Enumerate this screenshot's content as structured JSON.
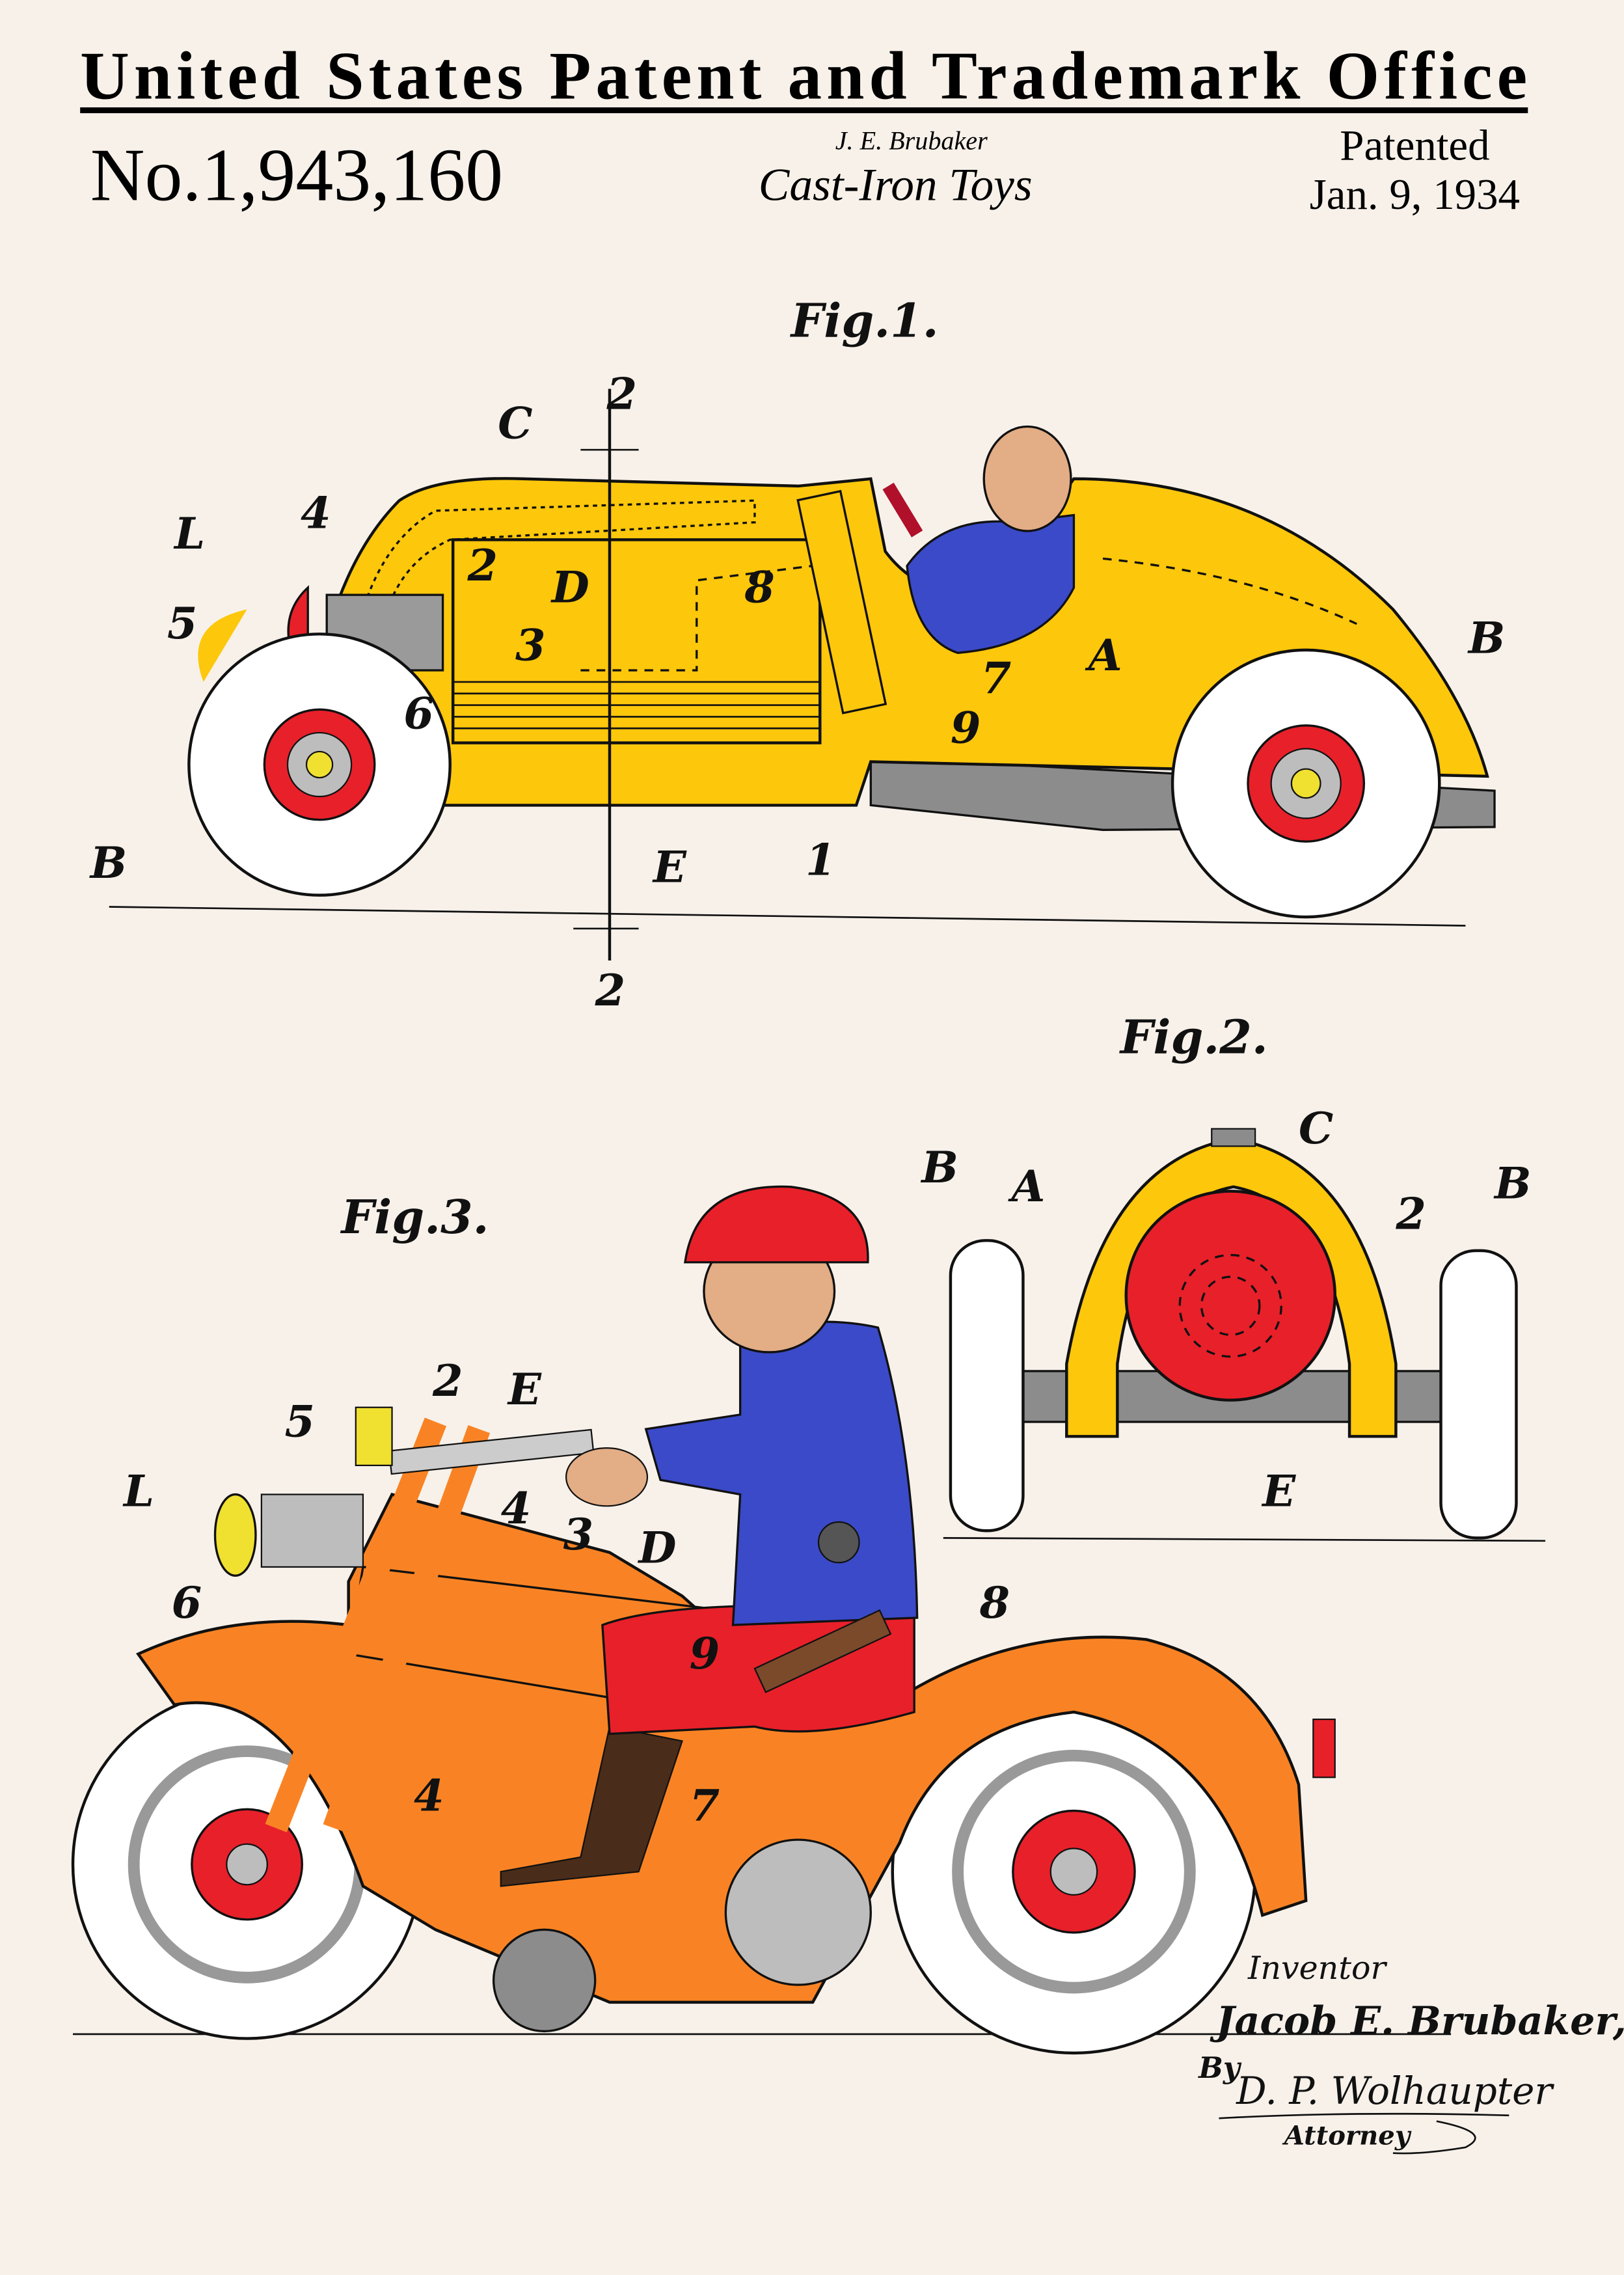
{
  "header": {
    "office_title": "United States Patent and Trademark Office",
    "patent_number": "No.1,943,160",
    "inventor_short": "J. E. Brubaker",
    "invention_title": "Cast-Iron Toys",
    "patented_label": "Patented",
    "patented_date": "Jan. 9, 1934"
  },
  "fig1": {
    "title": "Fig.1.",
    "labels": [
      "2",
      "C",
      "L",
      "4",
      "2",
      "D",
      "8",
      "5",
      "3",
      "7",
      "A",
      "B",
      "6",
      "9",
      "B",
      "E",
      "1",
      "2"
    ]
  },
  "fig2": {
    "title": "Fig.2.",
    "labels": [
      "B",
      "A",
      "C",
      "2",
      "B",
      "E"
    ]
  },
  "fig3": {
    "title": "Fig.3.",
    "labels": [
      "2",
      "E",
      "5",
      "L",
      "4",
      "3",
      "D",
      "6",
      "8",
      "9",
      "4",
      "7"
    ]
  },
  "signature_block": {
    "inventor_label": "Inventor",
    "inventor_name": "Jacob E. Brubaker,",
    "by_label": "By",
    "attorney_signature": "D. P. Wolhaupter",
    "attorney_label": "Attorney"
  },
  "colors": {
    "background": "#f7f1ea",
    "car_yellow": "#fdc70c",
    "moto_orange": "#f98324",
    "red": "#e8202a",
    "blue": "#3b4ac8",
    "skin": "#e3ad85",
    "gray": "#8c8c8c",
    "boot_brown": "#4a2c1a"
  }
}
